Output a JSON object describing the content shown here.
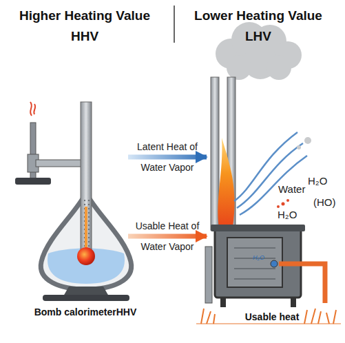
{
  "diagram": {
    "nodes": [
      {
        "text": [
          "Bomb calorimeterHHV"
        ]
      },
      {
        "text": [
          "Usable heat"
        ]
      }
    ],
    "edges": [
      {
        "from": 0,
        "to": 1,
        "arrow": "to",
        "label": "Latent Heat of Water Vapor"
      },
      {
        "from": 0,
        "to": 1,
        "arrow": "to",
        "label": "Usable Heat of Water Vapor"
      }
    ],
    "labels": [
      "Higher Heating Value HHV",
      "Lower Heating Value LHV",
      "Water",
      "H₂O",
      "(HO)",
      "H₂O",
      "H₂O"
    ]
  }
}
